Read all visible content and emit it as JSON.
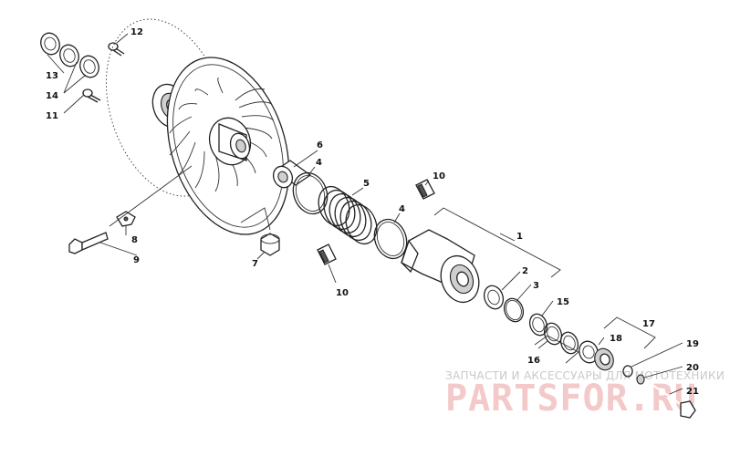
{
  "callouts": {
    "c1": "1",
    "c2": "2",
    "c3": "3",
    "c4a": "4",
    "c4b": "4",
    "c5": "5",
    "c6": "6",
    "c7": "7",
    "c8": "8",
    "c9": "9",
    "c10a": "10",
    "c10b": "10",
    "c11": "11",
    "c12": "12",
    "c13": "13",
    "c14": "14",
    "c15": "15",
    "c16": "16",
    "c17": "17",
    "c18": "18",
    "c19": "19",
    "c20": "20",
    "c21": "21"
  },
  "watermark": {
    "subtitle": "ЗАПЧАСТИ И АКСЕССУАРЫ ДЛЯ МОТОТЕХНИКИ",
    "brand": "PARTSFOR.RU"
  },
  "icons": {
    "sheave": "clutch-sheave-icon",
    "spring": "coil-spring-icon",
    "cam": "cam-helix-icon",
    "bolt": "hex-bolt-icon"
  }
}
